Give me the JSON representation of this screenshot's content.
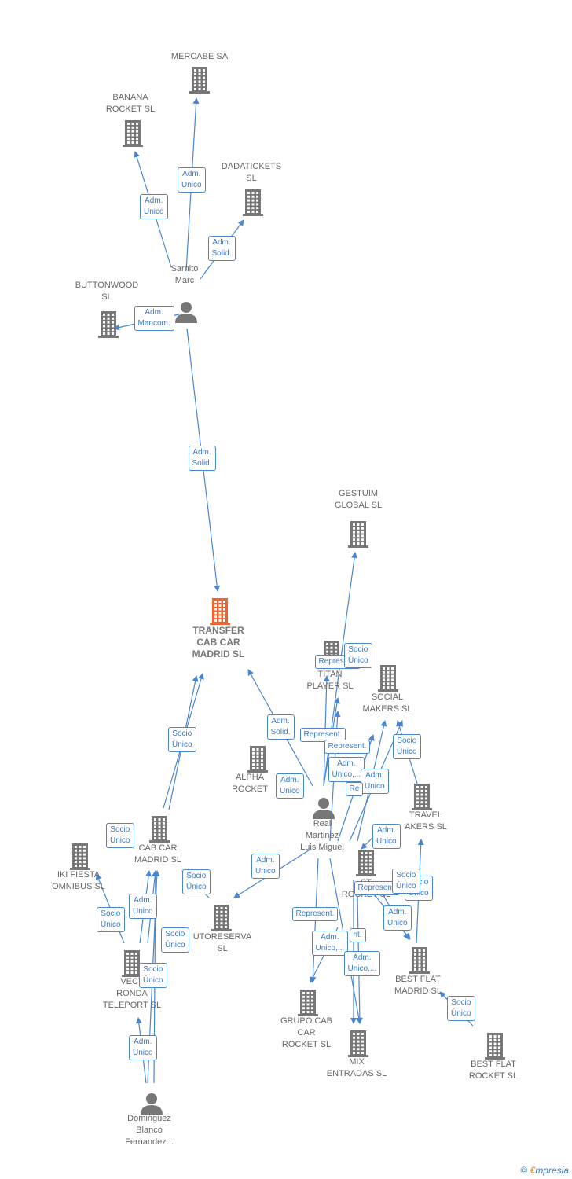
{
  "colors": {
    "edge": "#4a86d0",
    "company": "#777777",
    "focus": "#f0622f",
    "person": "#777777"
  },
  "nodes": [
    {
      "id": "mercabe",
      "type": "company",
      "label": "MERCABE SA"
    },
    {
      "id": "banana",
      "type": "company",
      "label": "BANANA\nROCKET  SL"
    },
    {
      "id": "dadatickets",
      "type": "company",
      "label": "DADATICKETS\nSL"
    },
    {
      "id": "sarnito",
      "type": "person",
      "label": "Sarnito\nMarc"
    },
    {
      "id": "buttonwood",
      "type": "company",
      "label": "BUTTONWOOD\nSL"
    },
    {
      "id": "gestuim",
      "type": "company",
      "label": "GESTUIM\nGLOBAL  SL"
    },
    {
      "id": "transfer",
      "type": "focus",
      "label": "TRANSFER\nCAB CAR\nMADRID  SL"
    },
    {
      "id": "titan",
      "type": "company",
      "label": "TITAN\nPLAYER  SL"
    },
    {
      "id": "social",
      "type": "company",
      "label": "SOCIAL\nMAKERS  SL"
    },
    {
      "id": "alpha",
      "type": "company",
      "label": "ALPHA\nROCKET"
    },
    {
      "id": "travel",
      "type": "company",
      "label": "TRAVEL\nAKERS SL"
    },
    {
      "id": "real",
      "type": "person",
      "label": "Real\nMartinez\nLuis Miguel"
    },
    {
      "id": "cabcar",
      "type": "company",
      "label": "CAB CAR\nMADRID  SL"
    },
    {
      "id": "iki",
      "type": "company",
      "label": "IKI FIESTA\nOMNIBUS  SL"
    },
    {
      "id": "street",
      "type": "company",
      "label": "ST\nROCKET  SL"
    },
    {
      "id": "autoreserva",
      "type": "company",
      "label": "UTORESERVA\nSL"
    },
    {
      "id": "vector",
      "type": "company",
      "label": "VECT\nRONDA\nTELEPORT  SL"
    },
    {
      "id": "bestflatmadrid",
      "type": "company",
      "label": "BEST FLAT\nMADRID  SL"
    },
    {
      "id": "grupo",
      "type": "company",
      "label": "GRUPO CAB\nCAR\nROCKET  SL"
    },
    {
      "id": "mix",
      "type": "company",
      "label": "MIX\nENTRADAS  SL"
    },
    {
      "id": "bestflatrocket",
      "type": "company",
      "label": "BEST FLAT\nROCKET  SL"
    },
    {
      "id": "dominguez",
      "type": "person",
      "label": "Dominguez\nBlanco\nFernandez..."
    }
  ],
  "relations": [
    "Adm.\nUnico",
    "Adm.\nUnico",
    "Adm.\nSolid.",
    "Adm.\nMancom.",
    "Adm.\nSolid.",
    "Socio\nÚnico",
    "Represent.",
    "Represent.",
    "Represent.",
    "Adm.\nSolid.",
    "Adm.\nUnico",
    "Adm.\nUnico,...",
    "Adm.\nUnico",
    "Socio\nÚnico",
    "Re",
    "Adm.\nUnico",
    "Socio\nÚnico",
    "Adm.\nUnico",
    "Socio\nÚnico",
    "Socio\nÚnico",
    "Represent.",
    "Socio\nÚnico",
    "Adm.\nUnico",
    "Socio\nÚnico",
    "Socio\nÚnico",
    "Represent.",
    "Socio\nÚnico",
    "Adm.\nUnico",
    "Adm.\nUnico",
    "nt.",
    "Adm.\nUnico,...",
    "Adm.\nUnico,...",
    "Socio\nÚnico",
    "Socio\nÚnico"
  ],
  "footer": {
    "copyright": "©",
    "brand_initial": "€",
    "brand_rest": "mpresia"
  }
}
